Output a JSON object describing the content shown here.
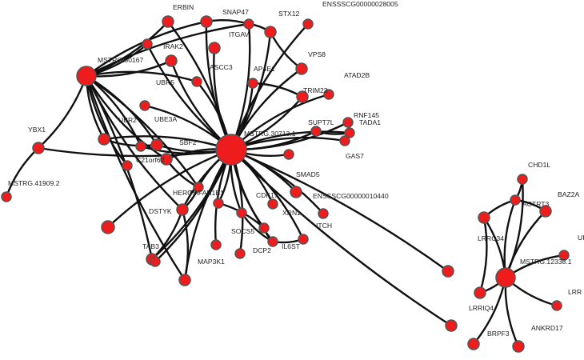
{
  "colors": {
    "node_fill": "#ee1c1c",
    "node_stroke": "#555555",
    "edge": "#111111",
    "background": "#ffffff"
  },
  "nodes": [
    {
      "id": "MSTRG.30713.1",
      "label": "MSTRG.30713.1",
      "hub": true
    },
    {
      "id": "MSTRG.50167",
      "label": "MSTRG.50167",
      "hub": true
    },
    {
      "id": "MSTRG.12338.1",
      "label": "MSTRG.12338.1",
      "hub": true
    },
    {
      "id": "ERBIN",
      "label": "ERBIN"
    },
    {
      "id": "SNAP47",
      "label": "SNAP47"
    },
    {
      "id": "STX12",
      "label": "STX12"
    },
    {
      "id": "ENSSSCG00000028005",
      "label": "ENSSSCG00000028005"
    },
    {
      "id": "ITGAV",
      "label": "ITGAV"
    },
    {
      "id": "IRAK2",
      "label": "IRAK2"
    },
    {
      "id": "ASCC3",
      "label": "ASCC3"
    },
    {
      "id": "VPS8",
      "label": "VPS8"
    },
    {
      "id": "AP4E1",
      "label": "AP4E1"
    },
    {
      "id": "UBR5",
      "label": "UBR5"
    },
    {
      "id": "ATAD2B",
      "label": "ATAD2B"
    },
    {
      "id": "TRIM23",
      "label": "TRIM23"
    },
    {
      "id": "RNF145",
      "label": "RNF145"
    },
    {
      "id": "TADA1",
      "label": "TADA1"
    },
    {
      "id": "SUPT7L",
      "label": "SUPT7L"
    },
    {
      "id": "UBE3A",
      "label": "UBE3A"
    },
    {
      "id": "UBR2",
      "label": "UBR2"
    },
    {
      "id": "YBX1",
      "label": "YBX1"
    },
    {
      "id": "SBF2",
      "label": "SBF2"
    },
    {
      "id": "C21orf62",
      "label": "C21orf62"
    },
    {
      "id": "GAS7",
      "label": "GAS7"
    },
    {
      "id": "SMAD5",
      "label": "SMAD5"
    },
    {
      "id": "MSTRG.41909.2",
      "label": "MSTRG.41909.2"
    },
    {
      "id": "ENSSSCG00000010440",
      "label": "ENSSSCG00000010440"
    },
    {
      "id": "HERC1",
      "label": "HERC1"
    },
    {
      "id": "PAFAH1B1",
      "label": "PAFAH1B1"
    },
    {
      "id": "CDK17",
      "label": "CDK17"
    },
    {
      "id": "XRN1",
      "label": "XRN1"
    },
    {
      "id": "DSTYK",
      "label": "DSTYK"
    },
    {
      "id": "ITCH",
      "label": "ITCH"
    },
    {
      "id": "SOCS5",
      "label": "SOCS5"
    },
    {
      "id": "IL6ST",
      "label": "IL6ST"
    },
    {
      "id": "DCP2",
      "label": "DCP2"
    },
    {
      "id": "TAB3",
      "label": "TAB3"
    },
    {
      "id": "MAP3K1",
      "label": "MAP3K1"
    },
    {
      "id": "CHD1L",
      "label": "CHD1L"
    },
    {
      "id": "ACTRT3",
      "label": "ACTRT3"
    },
    {
      "id": "BAZ2A",
      "label": "BAZ2A"
    },
    {
      "id": "LRRC34",
      "label": "LRRC34"
    },
    {
      "id": "UI",
      "label": "UI"
    },
    {
      "id": "LRR",
      "label": "LRR"
    },
    {
      "id": "LRRIQ4",
      "label": "LRRIQ4"
    },
    {
      "id": "ANKRD17",
      "label": "ANKRD17"
    },
    {
      "id": "BRPF3",
      "label": "BRPF3"
    },
    {
      "id": "u1",
      "label": ""
    },
    {
      "id": "u2",
      "label": ""
    },
    {
      "id": "u3",
      "label": ""
    },
    {
      "id": "u4",
      "label": ""
    },
    {
      "id": "u5",
      "label": ""
    },
    {
      "id": "u6",
      "label": ""
    },
    {
      "id": "u7",
      "label": ""
    },
    {
      "id": "u8",
      "label": ""
    },
    {
      "id": "u9",
      "label": ""
    }
  ],
  "edges": [
    [
      "MSTRG.30713.1",
      "ERBIN"
    ],
    [
      "MSTRG.30713.1",
      "SNAP47"
    ],
    [
      "MSTRG.30713.1",
      "STX12"
    ],
    [
      "MSTRG.30713.1",
      "ENSSSCG00000028005"
    ],
    [
      "MSTRG.30713.1",
      "ITGAV"
    ],
    [
      "MSTRG.30713.1",
      "IRAK2"
    ],
    [
      "MSTRG.30713.1",
      "ASCC3"
    ],
    [
      "MSTRG.30713.1",
      "VPS8"
    ],
    [
      "MSTRG.30713.1",
      "AP4E1"
    ],
    [
      "MSTRG.30713.1",
      "UBR5"
    ],
    [
      "MSTRG.30713.1",
      "TRIM23"
    ],
    [
      "MSTRG.30713.1",
      "ATAD2B"
    ],
    [
      "MSTRG.30713.1",
      "SUPT7L"
    ],
    [
      "MSTRG.30713.1",
      "TADA1"
    ],
    [
      "MSTRG.30713.1",
      "RNF145"
    ],
    [
      "MSTRG.30713.1",
      "UBE3A"
    ],
    [
      "MSTRG.30713.1",
      "UBR2"
    ],
    [
      "MSTRG.30713.1",
      "SBF2"
    ],
    [
      "MSTRG.30713.1",
      "C21orf62"
    ],
    [
      "MSTRG.30713.1",
      "GAS7"
    ],
    [
      "MSTRG.30713.1",
      "SMAD5"
    ],
    [
      "MSTRG.30713.1",
      "ENSSSCG00000010440"
    ],
    [
      "MSTRG.30713.1",
      "HERC1"
    ],
    [
      "MSTRG.30713.1",
      "PAFAH1B1"
    ],
    [
      "MSTRG.30713.1",
      "CDK17"
    ],
    [
      "MSTRG.30713.1",
      "XRN1"
    ],
    [
      "MSTRG.30713.1",
      "DSTYK"
    ],
    [
      "MSTRG.30713.1",
      "ITCH"
    ],
    [
      "MSTRG.30713.1",
      "SOCS5"
    ],
    [
      "MSTRG.30713.1",
      "IL6ST"
    ],
    [
      "MSTRG.30713.1",
      "DCP2"
    ],
    [
      "MSTRG.30713.1",
      "TAB3"
    ],
    [
      "MSTRG.30713.1",
      "MAP3K1"
    ],
    [
      "MSTRG.30713.1",
      "YBX1"
    ],
    [
      "MSTRG.30713.1",
      "u2"
    ],
    [
      "MSTRG.30713.1",
      "u3"
    ],
    [
      "MSTRG.30713.1",
      "u4"
    ],
    [
      "MSTRG.30713.1",
      "u5"
    ],
    [
      "MSTRG.30713.1",
      "u6"
    ],
    [
      "MSTRG.30713.1",
      "u7"
    ],
    [
      "MSTRG.30713.1",
      "u8"
    ],
    [
      "MSTRG.30713.1",
      "u9"
    ],
    [
      "MSTRG.50167",
      "ERBIN"
    ],
    [
      "MSTRG.50167",
      "SNAP47"
    ],
    [
      "MSTRG.50167",
      "IRAK2"
    ],
    [
      "MSTRG.50167",
      "ASCC3"
    ],
    [
      "MSTRG.50167",
      "UBR5"
    ],
    [
      "MSTRG.50167",
      "UBE3A"
    ],
    [
      "MSTRG.50167",
      "UBR2"
    ],
    [
      "MSTRG.50167",
      "SBF2"
    ],
    [
      "MSTRG.50167",
      "C21orf62"
    ],
    [
      "MSTRG.50167",
      "YBX1"
    ],
    [
      "MSTRG.50167",
      "DSTYK"
    ],
    [
      "MSTRG.50167",
      "TAB3"
    ],
    [
      "MSTRG.50167",
      "MAP3K1"
    ],
    [
      "MSTRG.50167",
      "HERC1"
    ],
    [
      "MSTRG.50167",
      "u1"
    ],
    [
      "MSTRG.50167",
      "ITGAV"
    ],
    [
      "YBX1",
      "MSTRG.41909.2"
    ],
    [
      "ITGAV",
      "STX12"
    ],
    [
      "STX12",
      "VPS8"
    ],
    [
      "SNAP47",
      "ITGAV"
    ],
    [
      "UBR2",
      "SBF2"
    ],
    [
      "HERC1",
      "C21orf62"
    ],
    [
      "DSTYK",
      "HERC1"
    ],
    [
      "DSTYK",
      "MAP3K1"
    ],
    [
      "TAB3",
      "DSTYK"
    ],
    [
      "PAFAH1B1",
      "SOCS5"
    ],
    [
      "SOCS5",
      "DCP2"
    ],
    [
      "IL6ST",
      "DCP2"
    ],
    [
      "CDK17",
      "DCP2"
    ],
    [
      "AP4E1",
      "TRIM23"
    ],
    [
      "SUPT7L",
      "TADA1"
    ],
    [
      "MSTRG.12338.1",
      "ACTRT3"
    ],
    [
      "MSTRG.12338.1",
      "CHD1L"
    ],
    [
      "MSTRG.12338.1",
      "BAZ2A"
    ],
    [
      "MSTRG.12338.1",
      "LRRC34"
    ],
    [
      "MSTRG.12338.1",
      "UI"
    ],
    [
      "MSTRG.12338.1",
      "LRR"
    ],
    [
      "MSTRG.12338.1",
      "LRRIQ4"
    ],
    [
      "MSTRG.12338.1",
      "ANKRD17"
    ],
    [
      "MSTRG.12338.1",
      "BRPF3"
    ],
    [
      "ACTRT3",
      "CHD1L"
    ],
    [
      "ACTRT3",
      "BAZ2A"
    ],
    [
      "ACTRT3",
      "LRRC34"
    ],
    [
      "LRRC34",
      "LRRIQ4"
    ]
  ]
}
